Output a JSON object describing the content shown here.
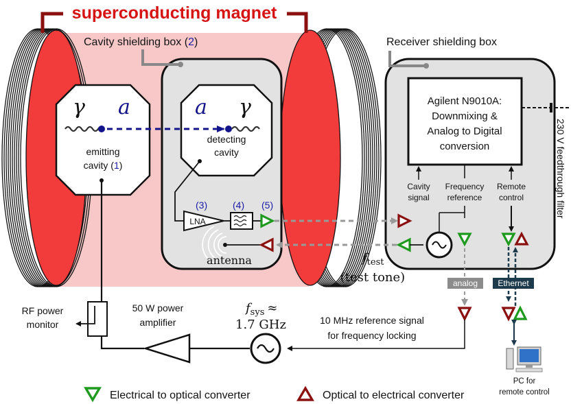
{
  "title": "superconducting magnet",
  "cavity_box": {
    "label": "Cavity shielding box (",
    "num": "2",
    "close": ")"
  },
  "receiver_box": {
    "label": "Receiver shielding box"
  },
  "emitting": {
    "photon": "γ",
    "axion": "a",
    "line1": "emitting",
    "line2a": "cavity (",
    "num": "1",
    "close": ")"
  },
  "detecting": {
    "axion": "a",
    "photon": "γ",
    "line1": "detecting",
    "line2": "cavity"
  },
  "chain": {
    "n3": "(3)",
    "n4": "(4)",
    "n5": "(5)",
    "lna": "LNA"
  },
  "antenna": "antenna",
  "test_tone": {
    "symbol": "f",
    "sub": "test",
    "text": "(test tone)"
  },
  "analyzer": {
    "line1": "Agilent N9010A:",
    "line2": "Downmixing &",
    "line3": "Analog to Digital",
    "line4": "conversion"
  },
  "ports": {
    "cavity_1": "Cavity",
    "cavity_2": "signal",
    "freq_1": "Frequency",
    "freq_2": "reference",
    "remote_1": "Remote",
    "remote_2": "control"
  },
  "feedthrough": "230 V feedthrough filter",
  "tags": {
    "analog": "analog",
    "ethernet": "Ethernet"
  },
  "source": {
    "f": "f",
    "sub": "sys",
    "approx": "≈",
    "freq": "1.7 GHz"
  },
  "amplifier": {
    "line1": "50 W power",
    "line2": "amplifier"
  },
  "monitor": {
    "line1": "RF power",
    "line2": "monitor"
  },
  "reference": {
    "line1": "10 MHz reference signal",
    "line2": "for frequency locking"
  },
  "pc": {
    "line1": "PC for",
    "line2": "remote control"
  },
  "legend": {
    "eo": "Electrical to optical converter",
    "oe": "Optical to electrical converter"
  },
  "colors": {
    "magnet_red": "#f23b3b",
    "magnet_pink": "#f8c8c8",
    "dark_red": "#8b1010",
    "green": "#1e9a1e",
    "blue": "#14148a",
    "teal": "#1d3b4d",
    "box_gray": "#e2e2e2"
  }
}
